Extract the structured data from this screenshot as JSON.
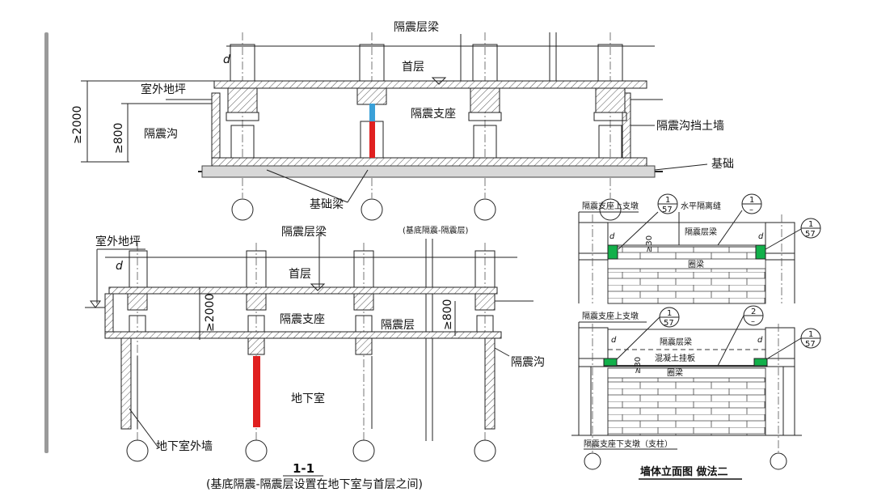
{
  "colors": {
    "bearing_upper": "#3aa0d8",
    "bearing_lower": "#e02020",
    "joint_fill": "#12b04a"
  },
  "top_section": {
    "isolation_beam": "隔震层梁",
    "first_floor": "首层",
    "outdoor_ground": "室外地坪",
    "dim_total": "≥2000",
    "dim_trench": "≥800",
    "trench": "隔震沟",
    "bearing": "隔震支座",
    "retaining_wall": "隔震沟挡土墙",
    "foundation": "基础",
    "foundation_beam": "基础梁",
    "caption": "(基底隔震-隔震层)",
    "d": "d"
  },
  "bottom_section": {
    "outdoor_ground": "室外地坪",
    "isolation_beam": "隔震层梁",
    "first_floor": "首层",
    "d": "d",
    "dim_total": "≥2000",
    "bearing": "隔震支座",
    "isolation_layer": "隔震层",
    "dim_trench": "≥800",
    "trench": "隔震沟",
    "basement": "地下室",
    "basement_wall": "地下室外墙",
    "title": "1-1",
    "caption": "(基底隔震-隔震层设置在地下室与首层之间)"
  },
  "detail_top": {
    "upper_pier": "隔震支座上支墩",
    "callout_a": {
      "num": "1",
      "sheet": "57"
    },
    "horizontal_joint": "水平隔离缝",
    "callout_b": {
      "num": "1",
      "sheet": "–"
    },
    "callout_c": {
      "num": "1",
      "sheet": "57"
    },
    "isolation_beam": "隔震层梁",
    "ring_beam": "圈梁",
    "gap": "≥30",
    "d": "d"
  },
  "detail_bottom": {
    "upper_pier": "隔震支座上支墩",
    "callout_a": {
      "num": "1",
      "sheet": "57"
    },
    "callout_b": {
      "num": "2",
      "sheet": "–"
    },
    "callout_c": {
      "num": "1",
      "sheet": "57"
    },
    "isolation_beam": "隔震层梁",
    "concrete_panel": "混凝土挂板",
    "ring_beam": "圈梁",
    "gap": "≥30",
    "lower_pier": "隔震支座下支墩（支柱）",
    "title": "墙体立面图 做法二",
    "d": "d"
  }
}
